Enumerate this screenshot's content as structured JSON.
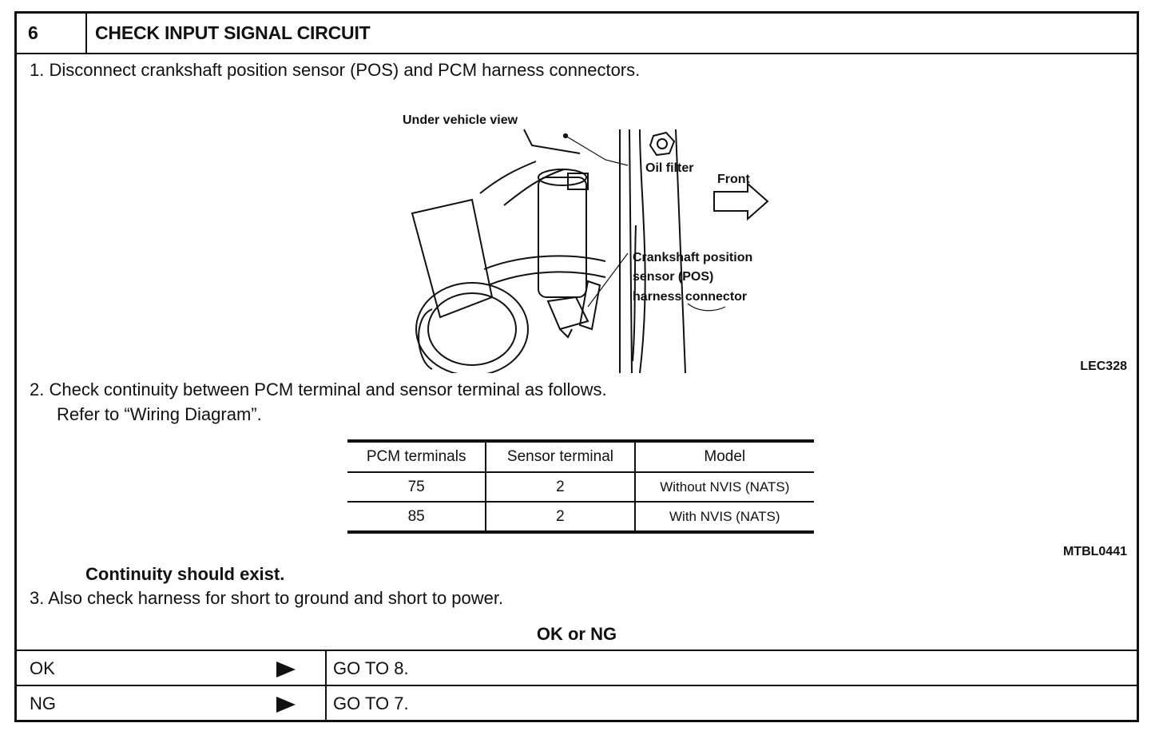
{
  "header": {
    "step": "6",
    "title": "CHECK INPUT SIGNAL CIRCUIT"
  },
  "steps": {
    "s1": "1.  Disconnect crankshaft position sensor (POS) and PCM harness connectors.",
    "s2_line1": "2.  Check continuity between PCM terminal and sensor terminal as follows.",
    "s2_line2": "Refer to “Wiring Diagram”.",
    "continuity": "Continuity should exist.",
    "s3": "3.  Also check harness for short to ground and short to power."
  },
  "figure": {
    "view_label": "Under vehicle view",
    "oil_filter": "Oil filter",
    "front": "Front",
    "sensor_line1": "Crankshaft position",
    "sensor_line2": "sensor (POS)",
    "sensor_line3": "harness connector",
    "id": "LEC328"
  },
  "table": {
    "headers": [
      "PCM terminals",
      "Sensor terminal",
      "Model"
    ],
    "rows": [
      [
        "75",
        "2",
        "Without NVIS (NATS)"
      ],
      [
        "85",
        "2",
        "With NVIS (NATS)"
      ]
    ],
    "id": "MTBL0441"
  },
  "result": {
    "title": "OK or NG",
    "ok_label": "OK",
    "ok_action": "GO TO 8.",
    "ng_label": "NG",
    "ng_action": "GO TO 7."
  }
}
